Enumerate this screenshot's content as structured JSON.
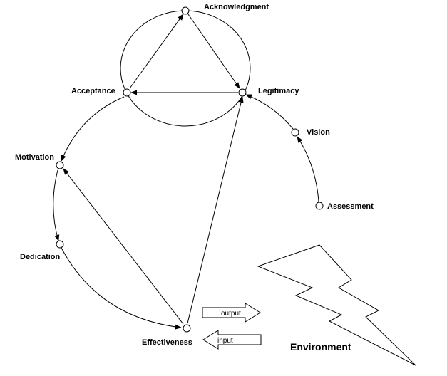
{
  "nodes": {
    "acknowledgment": "Acknowledgment",
    "acceptance": "Acceptance",
    "legitimacy": "Legitimacy",
    "vision": "Vision",
    "motivation": "Motivation",
    "assessment": "Assessment",
    "dedication": "Dedication",
    "effectiveness": "Effectiveness"
  },
  "arrows": {
    "output": "output",
    "input": "input"
  },
  "environment": "Environment"
}
